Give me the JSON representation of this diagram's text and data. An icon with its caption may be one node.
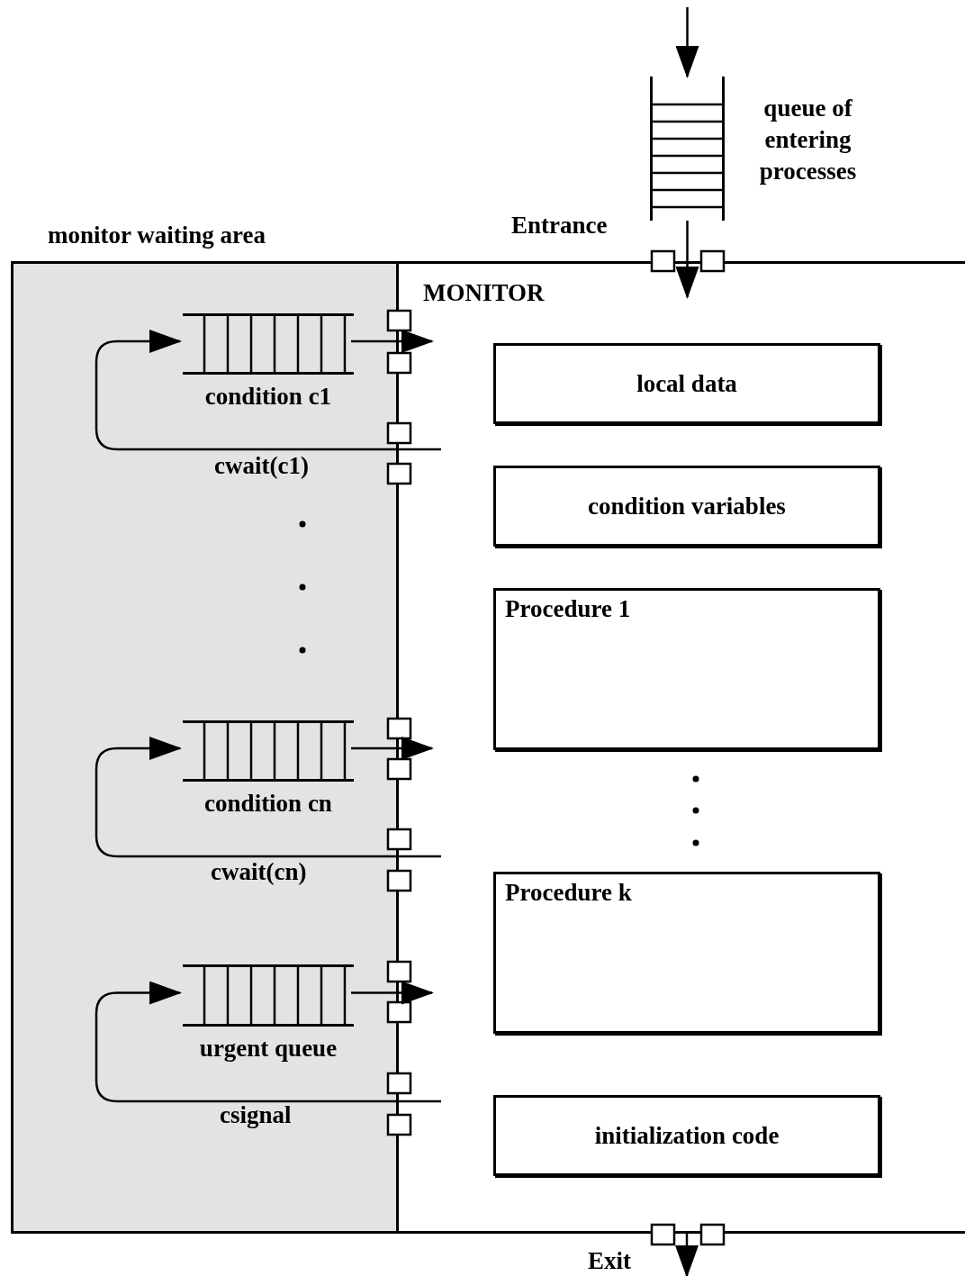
{
  "diagram": {
    "nodes": [
      {
        "text": [],
        "shape": "box",
        "beside": [
          "queue of entering processes"
        ]
      },
      {
        "text": [
          "monitor waiting area"
        ]
      },
      {
        "text": [
          "MONITOR"
        ]
      },
      {
        "text": [
          "condition c1"
        ],
        "in": 1
      },
      {
        "text": [
          "condition cn"
        ],
        "in": 1
      },
      {
        "text": [
          "urgent queue"
        ],
        "in": 1
      },
      {
        "text": [
          "local data"
        ],
        "in": 2
      },
      {
        "text": [
          "condition variables"
        ],
        "in": 2
      },
      {
        "text": [
          "Procedure 1"
        ],
        "in": 2
      },
      {
        "text": [
          "Procedure k"
        ],
        "in": 2
      },
      {
        "text": [
          "initialization code"
        ],
        "in": 2
      }
    ],
    "edges": [
      {
        "from": null,
        "to": 0,
        "arrow": "to"
      },
      {
        "from": 0,
        "to": 2,
        "arrow": "to",
        "label": "Entrance"
      },
      {
        "from": 3,
        "to": 2,
        "arrow": "to"
      },
      {
        "from": 2,
        "to": 3,
        "arrow": "to",
        "label": "cwait(c1)"
      },
      {
        "from": 4,
        "to": 2,
        "arrow": "to"
      },
      {
        "from": 2,
        "to": 4,
        "arrow": "to",
        "label": "cwait(cn)"
      },
      {
        "from": 5,
        "to": 2,
        "arrow": "to"
      },
      {
        "from": 2,
        "to": 5,
        "arrow": "to",
        "label": "csignal"
      },
      {
        "from": 2,
        "to": null,
        "arrow": "to",
        "label": "Exit"
      }
    ]
  }
}
